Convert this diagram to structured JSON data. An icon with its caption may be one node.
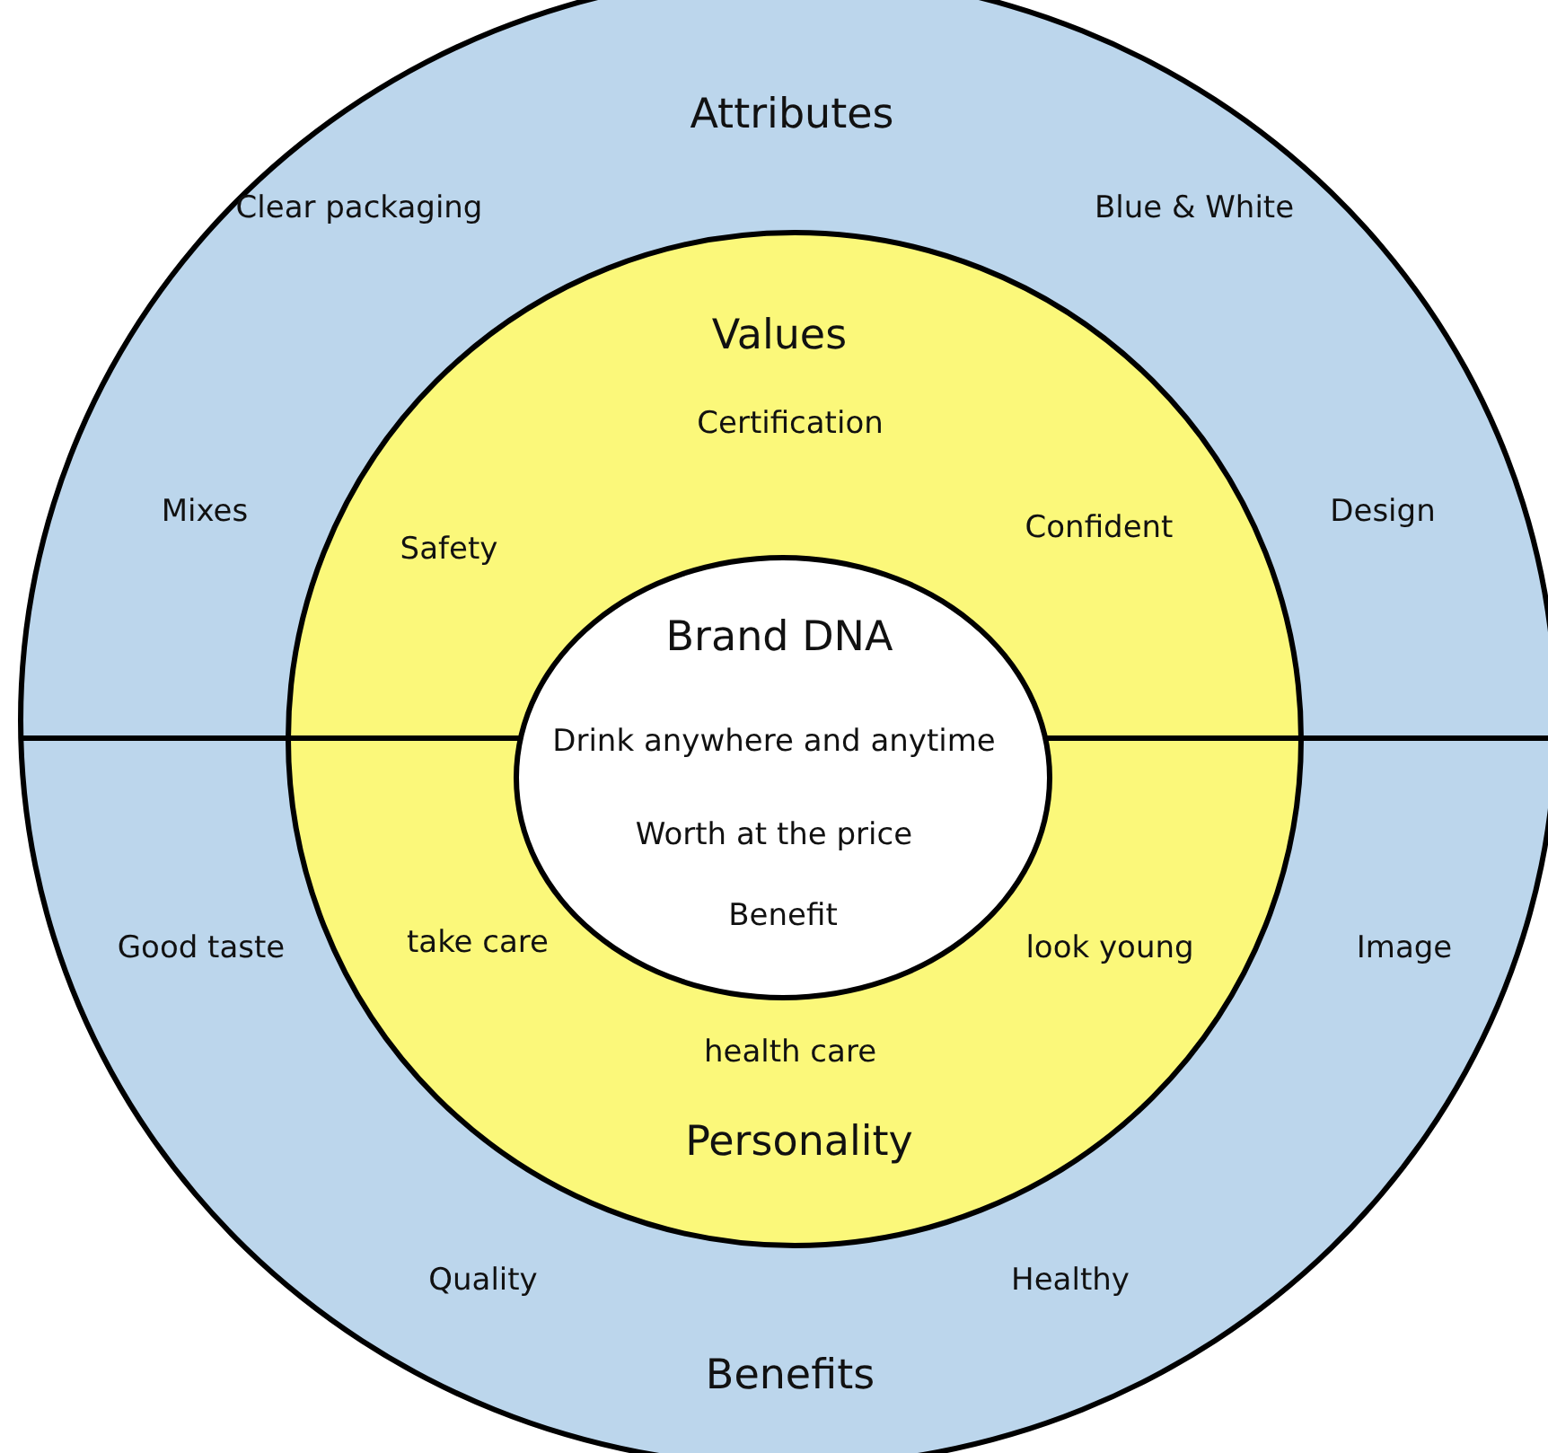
{
  "diagram": {
    "nodes": [
      {
        "text": [
          "Attributes",
          "Clear packaging",
          "Blue & White",
          "Mixes",
          "Design",
          "Good taste",
          "Image",
          "Quality",
          "Healthy",
          "Benefits"
        ]
      },
      {
        "text": [
          "Values",
          "Certification",
          "Safety",
          "Confident",
          "take care",
          "look young",
          "health care",
          "Personality"
        ],
        "in": 0
      },
      {
        "text": [
          "Brand DNA",
          "Drink anywhere and anytime",
          "Worth at the price",
          "Benefit"
        ],
        "in": 1
      }
    ]
  }
}
